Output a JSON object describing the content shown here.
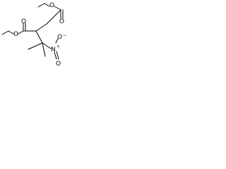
{
  "molecule": {
    "atoms": {
      "carbonyl_o_top": "O",
      "ester_o_top": "O",
      "carbonyl_o_left": "O",
      "ester_o_left": "O",
      "nitrogen": "N",
      "nitrogen_charge": "+",
      "nitro_o_minus": "O",
      "nitro_o_minus_charge": "−",
      "nitro_o_double": "O"
    }
  }
}
